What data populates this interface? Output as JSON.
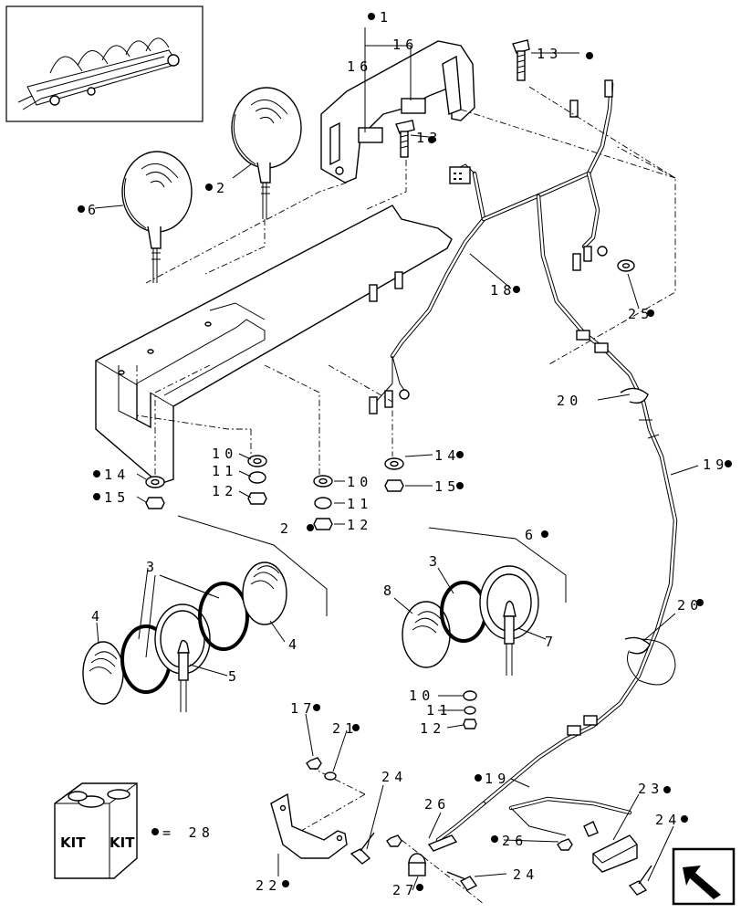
{
  "callouts": {
    "c1": "1",
    "c16a": "16",
    "c16b": "16",
    "c13a": "13",
    "c13b": "13",
    "c2": "2",
    "c6": "6",
    "c18": "18",
    "c25": "25",
    "c20a": "20",
    "c20b": "20",
    "c19a": "19",
    "c19b": "19",
    "c10a": "10",
    "c11a": "11",
    "c12a": "12",
    "c10b": "10",
    "c11b": "11",
    "c12b": "12",
    "c10c": "10",
    "c11c": "11",
    "c12c": "12",
    "c14a": "14",
    "c15a": "15",
    "c14b": "14",
    "c15b": "15",
    "c2grp": "2",
    "c6grp": "6",
    "c3a": "3",
    "c4a": "4",
    "c5": "5",
    "c4b": "4",
    "c3b": "3",
    "c8": "8",
    "c7": "7",
    "c17": "17",
    "c21": "21",
    "c24a": "24",
    "c24b": "24",
    "c24c": "24",
    "c26a": "26",
    "c26b": "26",
    "c27": "27",
    "c22": "22",
    "c23": "23",
    "c28": "= 28"
  },
  "kit_box": {
    "label_left": "KIT",
    "label_right": "KIT"
  },
  "icons": {
    "bullet": "filled-circle-marker",
    "thumbnail": "machine-overview-thumbnail",
    "nav": "next-page-arrow-icon"
  }
}
